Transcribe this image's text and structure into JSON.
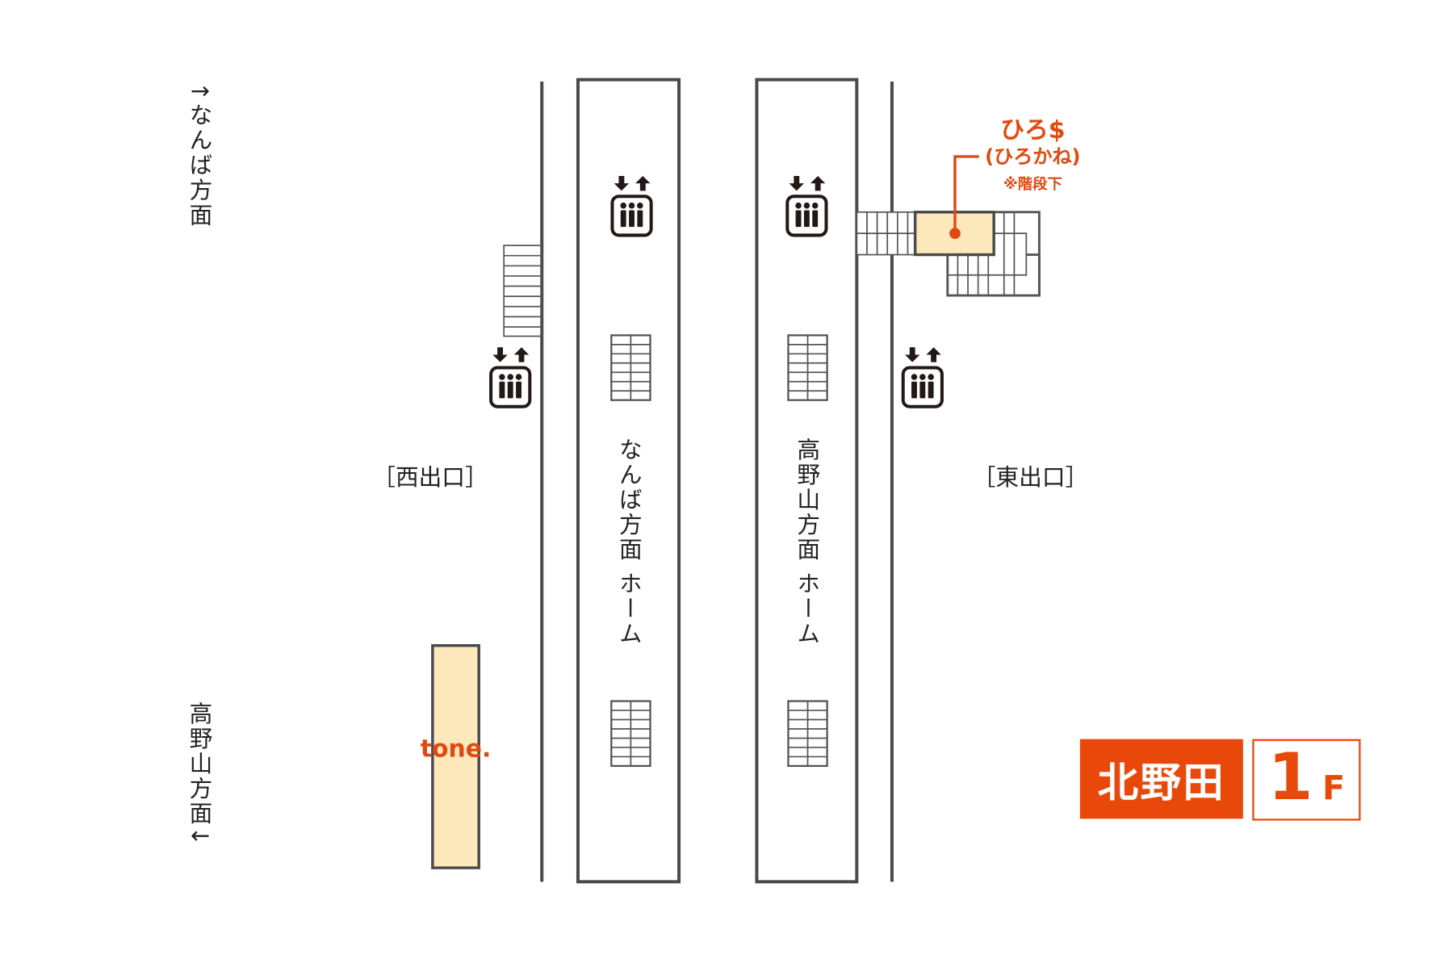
{
  "directions": {
    "north": "↑なんば方面",
    "south": "高野山方面↓"
  },
  "exits": {
    "west": "［西出口］",
    "east": "［東出口］"
  },
  "platforms": [
    {
      "label": "なんば方面 ホーム"
    },
    {
      "label": "高野山方面 ホーム"
    }
  ],
  "shops": {
    "tone": {
      "name": "tone."
    },
    "hirokane": {
      "name": "ひろ$",
      "reading": "(ひろかね)",
      "note": "※階段下"
    }
  },
  "station": {
    "name": "北野田",
    "floor_number": "1",
    "floor_unit": "F"
  },
  "colors": {
    "accent": "#e8490b",
    "shop_fill": "#fde8bc",
    "line": "#4a4a4a"
  }
}
